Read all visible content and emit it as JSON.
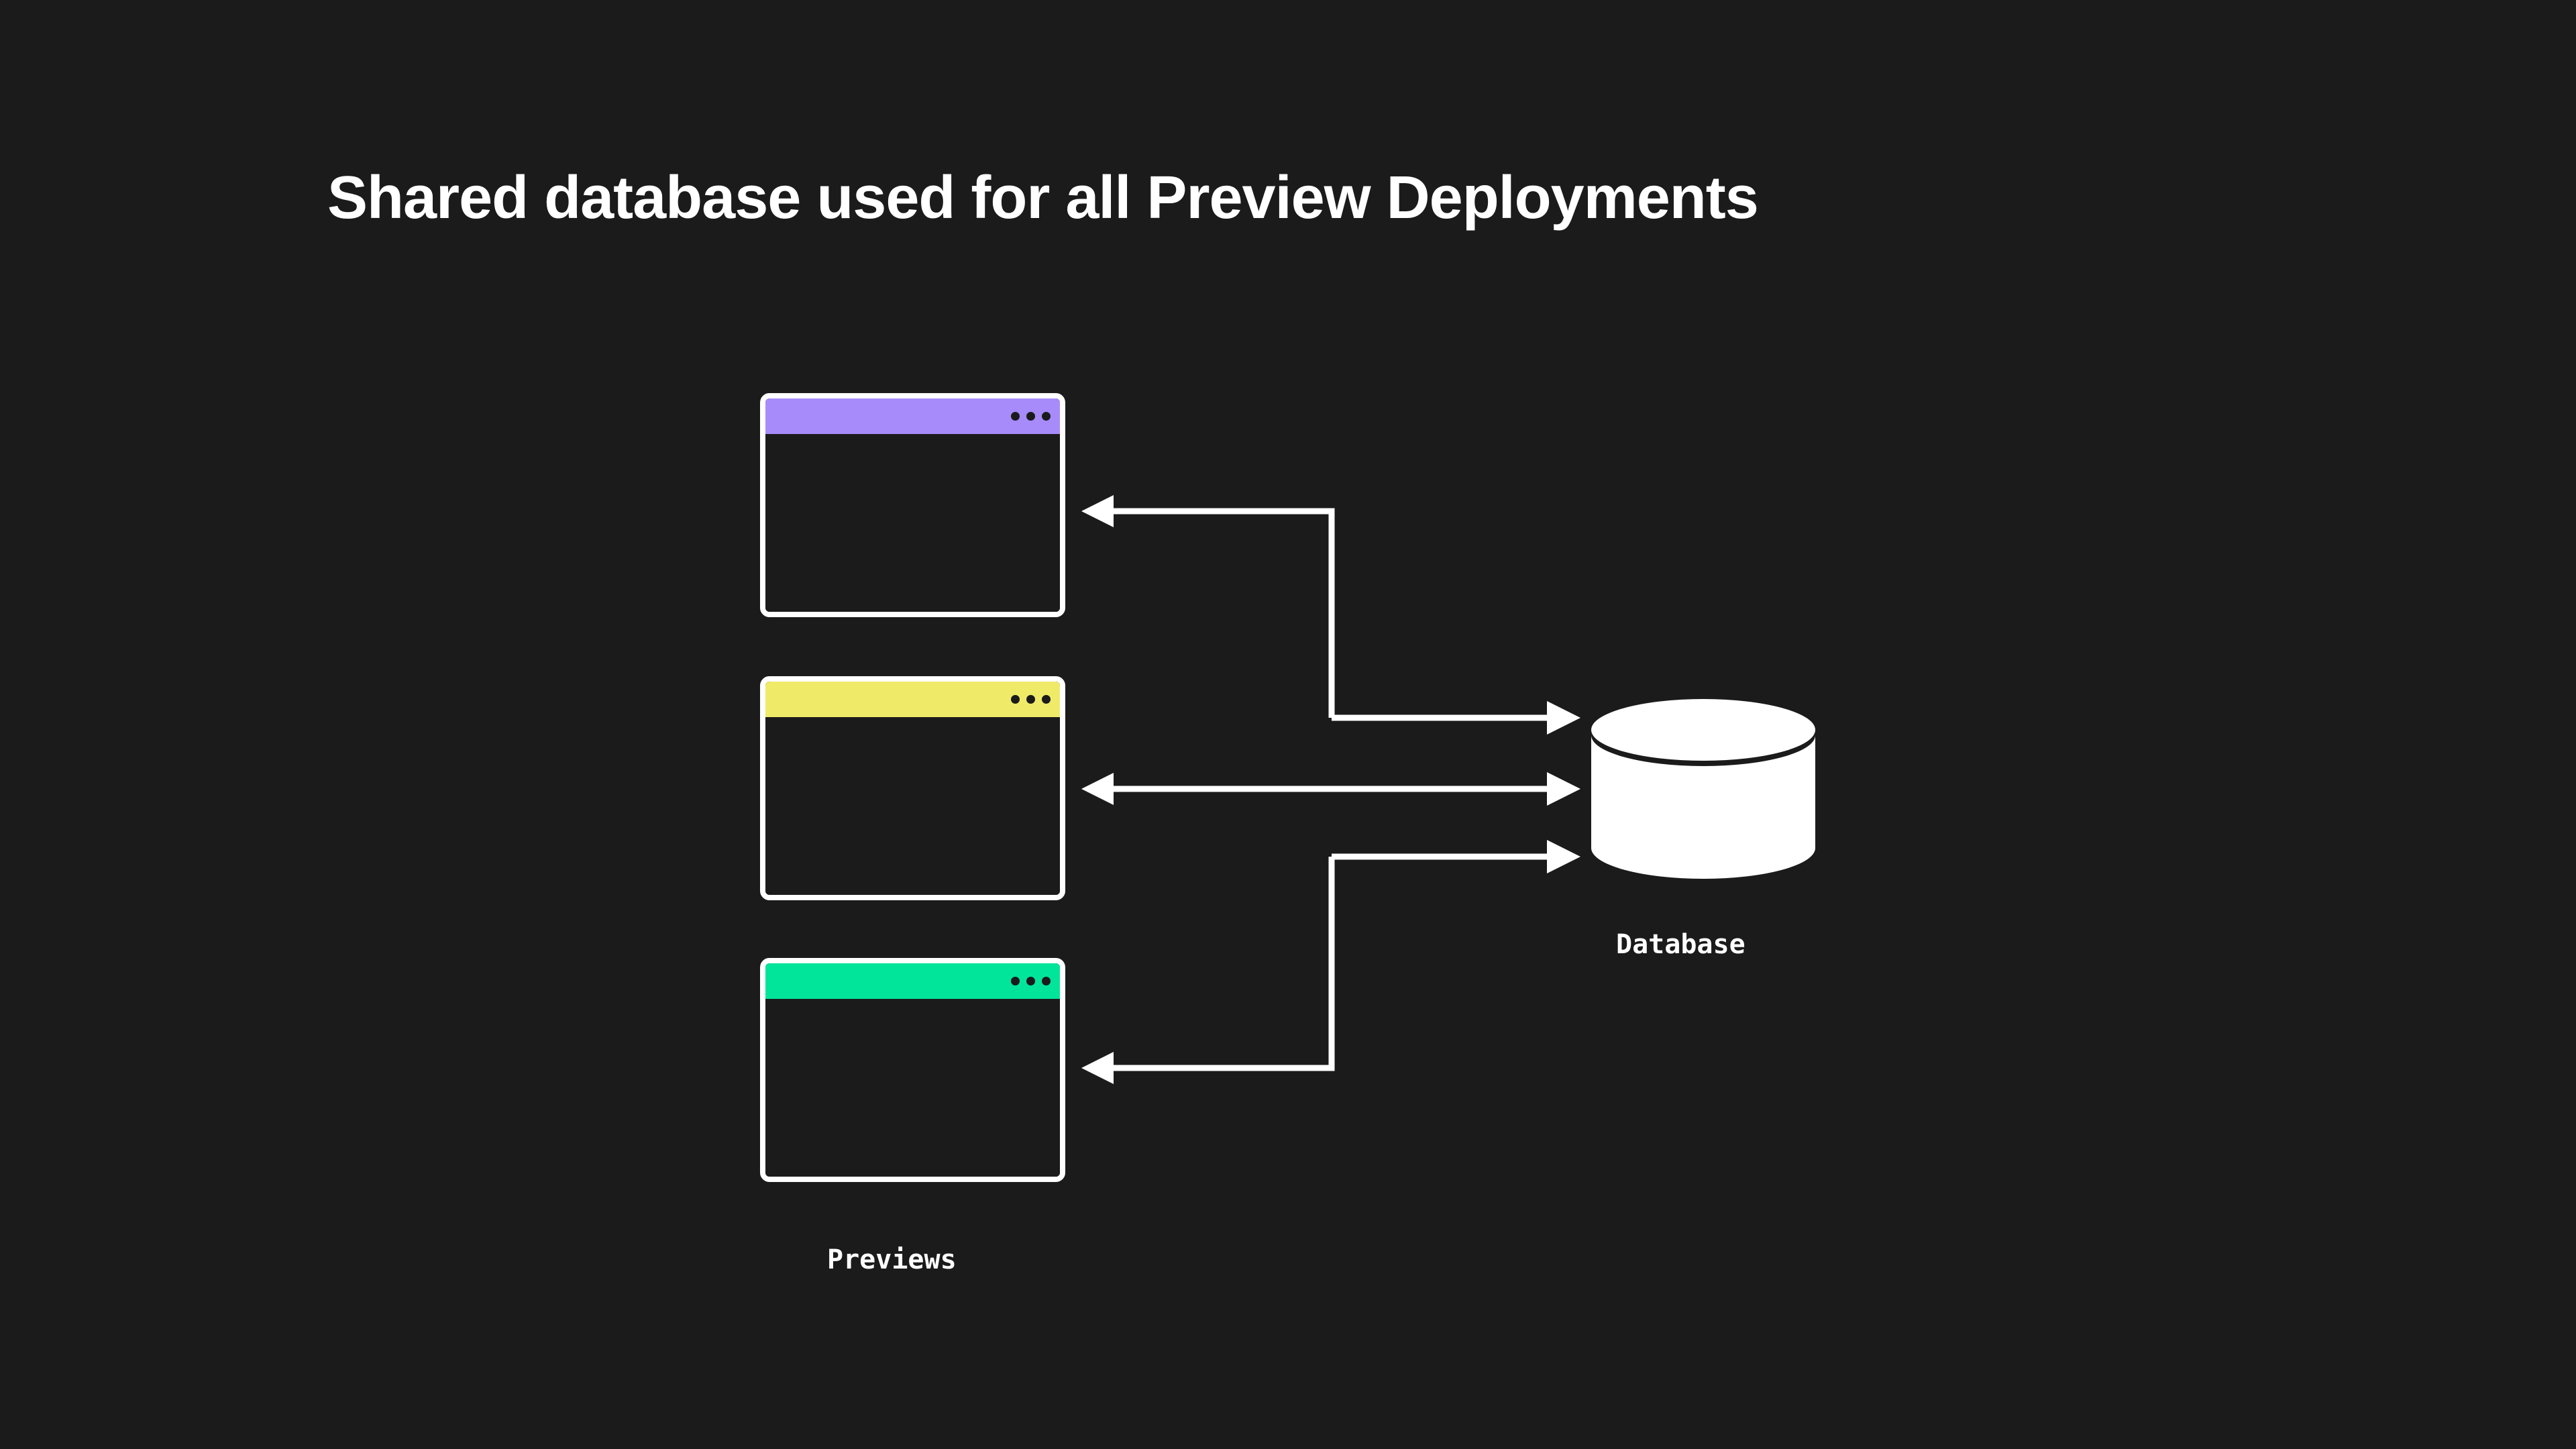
{
  "page": {
    "background_color": "#1b1b1b",
    "title": "Shared database used for all Preview Deployments"
  },
  "diagram": {
    "previews_label": "Previews",
    "database_label": "Database",
    "stroke_color": "#ffffff",
    "windows": [
      {
        "id": "preview-1",
        "titlebar_color": "#a78bfa",
        "dot_count": 3,
        "dot_color": "#1b1b1b"
      },
      {
        "id": "preview-2",
        "titlebar_color": "#efeb68",
        "dot_count": 3,
        "dot_color": "#1b1b1b"
      },
      {
        "id": "preview-3",
        "titlebar_color": "#00e599",
        "dot_count": 3,
        "dot_color": "#1b1b1b"
      }
    ],
    "connectors": [
      {
        "id": "connector-top",
        "from": "database",
        "to": "preview-1",
        "direction": "left",
        "shape": "elbow"
      },
      {
        "id": "connector-middle",
        "from": "preview-2",
        "to": "database",
        "direction": "bidirectional",
        "shape": "straight"
      },
      {
        "id": "connector-bottom",
        "from": "database",
        "to": "preview-3",
        "direction": "left",
        "shape": "elbow"
      },
      {
        "id": "connector-top-into-db",
        "from": "preview-1",
        "to": "database",
        "direction": "right",
        "shape": "elbow"
      },
      {
        "id": "connector-bottom-into-db",
        "from": "preview-3",
        "to": "database",
        "direction": "right",
        "shape": "elbow"
      }
    ],
    "database": {
      "fill_color": "#ffffff",
      "shape": "cylinder"
    }
  }
}
